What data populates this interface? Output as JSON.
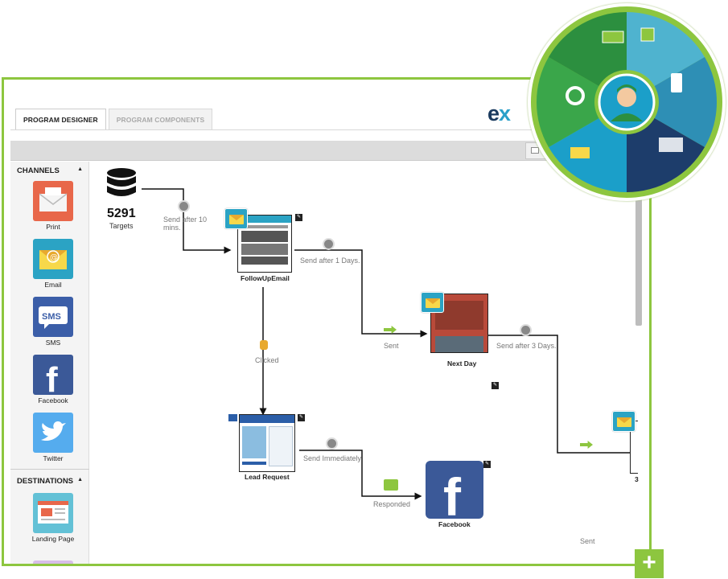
{
  "tabs": [
    {
      "label": "PROGRAM DESIGNER"
    },
    {
      "label": "PROGRAM COMPONENTS"
    }
  ],
  "logo": {
    "prefix": "e",
    "accent": "x"
  },
  "sidebar": {
    "channels_title": "CHANNELS",
    "channels": [
      {
        "label": "Print",
        "icon": "print-icon"
      },
      {
        "label": "Email",
        "icon": "email-icon"
      },
      {
        "label": "SMS",
        "icon": "sms-icon",
        "glyph": "SMS"
      },
      {
        "label": "Facebook",
        "icon": "facebook-icon",
        "glyph": "f"
      },
      {
        "label": "Twitter",
        "icon": "twitter-icon"
      }
    ],
    "destinations_title": "DESTINATIONS",
    "destinations": [
      {
        "label": "Landing Page",
        "icon": "landing-page-icon"
      }
    ]
  },
  "flow": {
    "targets": {
      "count": "5291",
      "label": "Targets"
    },
    "nodes": {
      "followup": "FollowUpEmail",
      "nextday": "Next Day",
      "lead": "Lead Request",
      "facebook": "Facebook",
      "right_partial": "3"
    },
    "edges": {
      "send_after_10": "Send after 10 mins.",
      "send_after_1": "Send after 1 Days.",
      "sent_1": "Sent",
      "send_after_3": "Send after 3 Days.",
      "clicked": "Clicked",
      "sent_2": "Sent",
      "send_immediately": "Send Immediately",
      "responded": "Responded"
    }
  },
  "plus_button": "+",
  "colors": {
    "accent": "#8dc63f",
    "email_blue": "#2ba3c4",
    "facebook": "#3b5998",
    "twitter": "#55acee",
    "print": "#e8674a"
  }
}
